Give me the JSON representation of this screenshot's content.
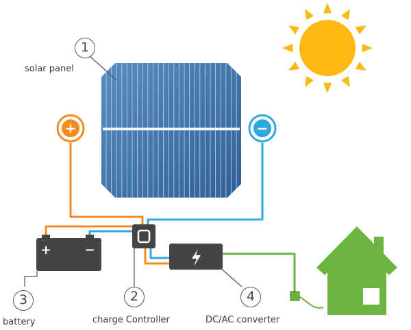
{
  "labels": {
    "solar_panel": "solar panel",
    "battery": "battery",
    "charge_controller": "charge Controller",
    "converter": "DC/AC converter"
  },
  "numbers": {
    "solar_panel": "1",
    "charge_controller": "2",
    "battery": "3",
    "converter": "4"
  },
  "signs": {
    "positive": "+",
    "negative": "−"
  },
  "colors": {
    "positive_wire": "#f68a1f",
    "negative_wire": "#2ea8df",
    "ac_wire": "#6db33f",
    "panel": "#3d6ea6",
    "sun": "#fdb913",
    "device": "#444444",
    "house": "#6db33f"
  },
  "icons": {
    "sun": "sun-icon",
    "house": "house-icon",
    "lightning": "lightning-icon"
  }
}
